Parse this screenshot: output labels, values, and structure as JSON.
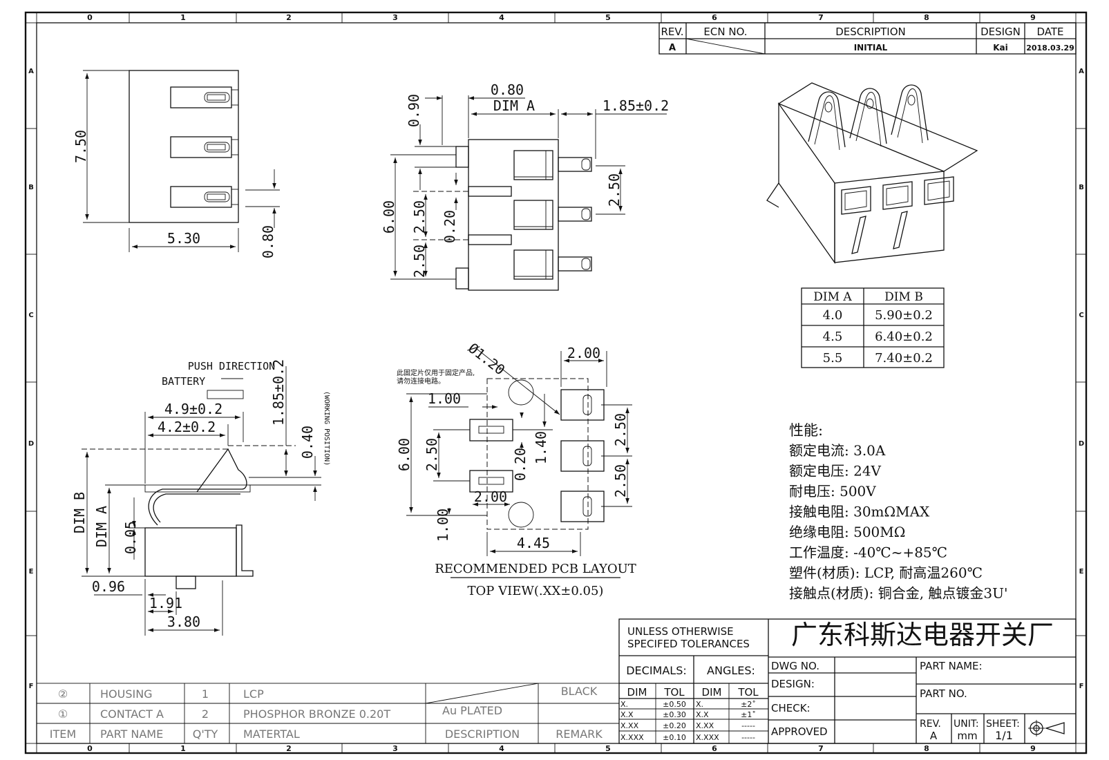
{
  "title_block": {
    "company": "广东科斯达电器开关厂",
    "tol_line1": "UNLESS OTHERWISE",
    "tol_line2": "SPECIFED TOLERANCES",
    "decimals_label": "DECIMALS:",
    "angles_label": "ANGLES:",
    "dim_label": "DIM",
    "tol_label": "TOL",
    "decimals": [
      {
        "dim": "X.",
        "tol": "±0.50"
      },
      {
        "dim": "X.X",
        "tol": "±0.30"
      },
      {
        "dim": "X.XX",
        "tol": "±0.20"
      },
      {
        "dim": "X.XXX",
        "tol": "±0.10"
      }
    ],
    "angles": [
      {
        "dim": "X.",
        "tol": "±2˚"
      },
      {
        "dim": "X.X",
        "tol": "±1˚"
      },
      {
        "dim": "X.XX",
        "tol": "-----"
      },
      {
        "dim": "X.XXX",
        "tol": "-----"
      }
    ],
    "dwg_no": "DWG NO.",
    "design": "DESIGN:",
    "check": "CHECK:",
    "approved": "APPROVED",
    "part_name": "PART NAME:",
    "part_no": "PART NO.",
    "rev_label": "REV.",
    "rev_value": "A",
    "unit_label": "UNIT:",
    "unit_value": "mm",
    "sheet_label": "SHEET:",
    "sheet_value": "1/1"
  },
  "revision_block": {
    "headers": [
      "REV.",
      "ECN NO.",
      "DESCRIPTION",
      "DESIGN",
      "DATE"
    ],
    "row": {
      "rev": "A",
      "desc": "INITIAL",
      "design": "Kai",
      "date": "2018.03.29"
    }
  },
  "bom": {
    "headers": [
      "ITEM",
      "PART NAME",
      "Q'TY",
      "MATERTAL",
      "DESCRIPTION",
      "REMARK"
    ],
    "rows": [
      {
        "item": "②",
        "name": "HOUSING",
        "qty": "1",
        "material": "LCP",
        "desc": "",
        "remark": "BLACK"
      },
      {
        "item": "①",
        "name": "CONTACT A",
        "qty": "2",
        "material": "PHOSPHOR BRONZE 0.20T",
        "desc": "Au PLATED",
        "remark": ""
      }
    ]
  },
  "grid": {
    "cols": [
      "0",
      "1",
      "2",
      "3",
      "4",
      "5",
      "6",
      "7",
      "8",
      "9"
    ],
    "rows": [
      "A",
      "B",
      "C",
      "D",
      "E",
      "F"
    ]
  },
  "dim_table": {
    "headers": [
      "DIM A",
      "DIM B"
    ],
    "rows": [
      [
        "4.0",
        "5.90±0.2"
      ],
      [
        "4.5",
        "6.40±0.2"
      ],
      [
        "5.5",
        "7.40±0.2"
      ]
    ]
  },
  "specs": {
    "heading": "性能:",
    "lines": [
      "额定电流: 3.0A",
      "额定电压: 24V",
      "耐电压: 500V",
      "接触电阻: 30mΩMAX",
      "绝缘电阻: 500MΩ",
      "工作温度: -40℃~+85℃",
      "塑件(材质): LCP, 耐高温260℃",
      "接触点(材质): 铜合金, 触点镀金3U'"
    ]
  },
  "side_view": {
    "d750": "7.50",
    "d530": "5.30",
    "d080": "0.80"
  },
  "front_view": {
    "d080": "0.80",
    "dima": "DIM A",
    "d185": "1.85±0.2",
    "d090": "0.90",
    "d600": "6.00",
    "d250a": "2.50",
    "d020": "0.20",
    "d250b": "2.50",
    "d250c": "2.50"
  },
  "section_view": {
    "push": "PUSH DIRECTION",
    "battery": "BATTERY",
    "d49": "4.9±0.2",
    "d42": "4.2±0.2",
    "d185": "1.85±0.2",
    "d040": "0.40",
    "working": "(WORKING POSITION)",
    "dimb": "DIM B",
    "dima": "DIM A",
    "d005": "0.05",
    "d096": "0.96",
    "d191": "1.91",
    "d380": "3.80"
  },
  "pcb_layout": {
    "note1": "此固定片仅用于固定产品,",
    "note2": "请勿连接电路。",
    "d120": "Ø1.20",
    "d200a": "2.00",
    "d100a": "1.00",
    "d600": "6.00",
    "d250a": "2.50",
    "d140": "1.40",
    "d020": "0.20",
    "d250b": "2.50",
    "d250c": "2.50",
    "d200b": "2.00",
    "d100b": "1.00",
    "d445": "4.45",
    "title": "RECOMMENDED PCB LAYOUT",
    "subtitle": "TOP VIEW(.XX±0.05)"
  }
}
